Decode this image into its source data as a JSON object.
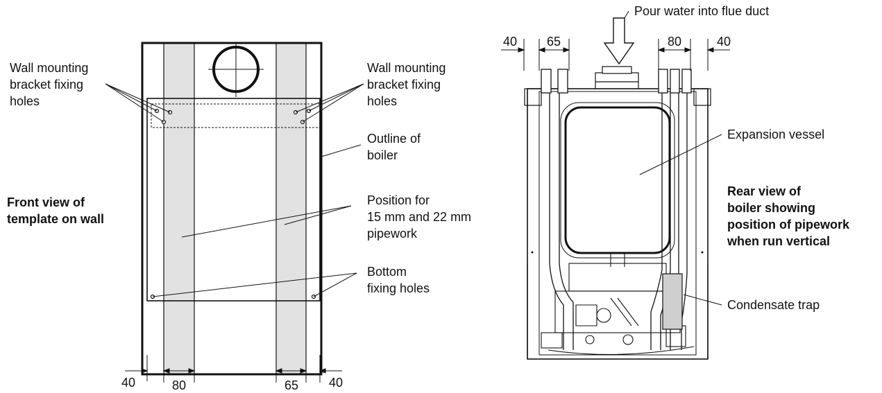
{
  "front": {
    "mounting_holes_left": [
      "Wall mounting",
      "bracket fixing",
      "holes"
    ],
    "mounting_holes_right": [
      "Wall mounting",
      "bracket fixing",
      "holes"
    ],
    "outline": [
      "Outline of",
      "boiler"
    ],
    "view_title": [
      "Front view of",
      "template on wall"
    ],
    "pipework_position": [
      "Position for",
      "15 mm and 22 mm",
      "pipework"
    ],
    "bottom_holes": [
      "Bottom",
      "fixing holes"
    ],
    "dims": [
      "40",
      "80",
      "65",
      "40"
    ]
  },
  "rear": {
    "flue_note": "Pour water into flue duct",
    "dims_top": [
      "40",
      "65",
      "80",
      "40"
    ],
    "expansion_vessel": "Expansion vessel",
    "view_title": [
      "Rear view of",
      "boiler showing",
      "position of pipework",
      "when run vertical"
    ],
    "condensate_trap": "Condensate trap"
  }
}
